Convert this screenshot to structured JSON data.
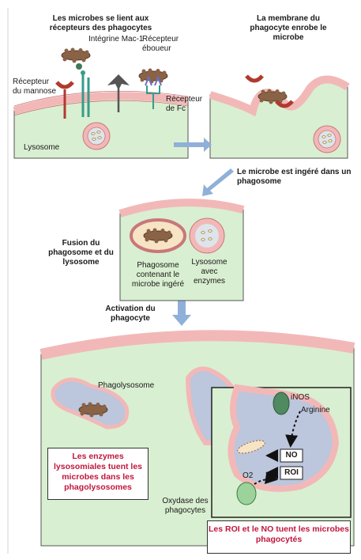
{
  "panel1": {
    "title": "Les microbes se lient aux récepteurs des phagocytes",
    "integrin": "Intégrine Mac-1",
    "scavenger": "Récepteur éboueur",
    "mannose": "Récepteur du mannose",
    "fc": "Récepteur de Fc",
    "lysosome": "Lysosome"
  },
  "panel2": {
    "title": "La membrane du phagocyte enrobe le microbe"
  },
  "step_ingest": "Le microbe est ingéré dans un phagosome",
  "panel3": {
    "fusion": "Fusion du phagosome et du lysosome",
    "phagosome": "Phagosome contenant le microbe ingéré",
    "lysosome": "Lysosome avec enzymes"
  },
  "step_activation": "Activation du phagocyte",
  "panel4": {
    "phagolysosome": "Phagolysosome",
    "enzymes_box": "Les enzymes lysosomiales tuent les microbes dans les phagolysosomes",
    "inos": "iNOS",
    "arginine": "Arginine",
    "no": "NO",
    "roi": "ROI",
    "o2": "O2",
    "oxidase": "Oxydase des phagocytes",
    "roi_no_box": "Les ROI et le NO tuent les microbes phagocytés"
  },
  "colors": {
    "cytoplasm": "#d9efd1",
    "membrane": "#f2b8b8",
    "vacuole": "#bcc6dc",
    "microbe": "#8a6246",
    "arrow": "#8fb0d8",
    "kill_text": "#c0163c"
  }
}
